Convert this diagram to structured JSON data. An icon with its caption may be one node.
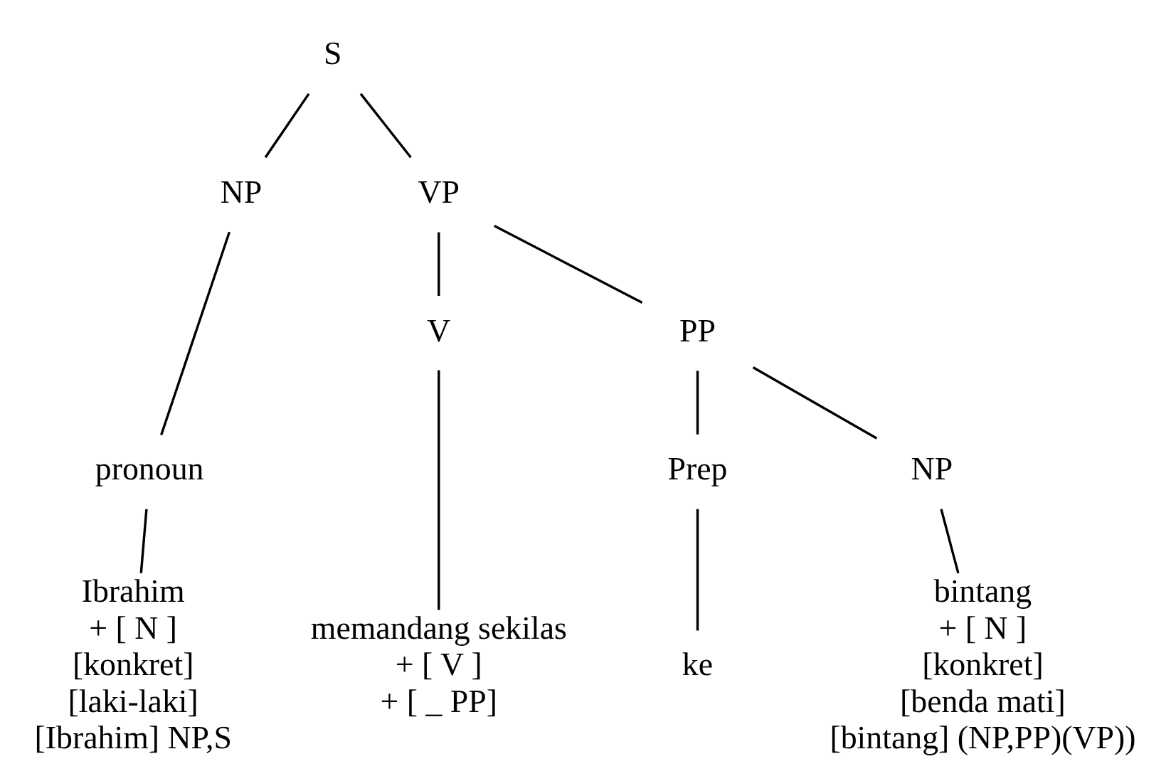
{
  "diagram": {
    "nodes": [
      {
        "text": [
          "S"
        ]
      },
      {
        "text": [
          "NP"
        ]
      },
      {
        "text": [
          "VP"
        ]
      },
      {
        "text": [
          "pronoun"
        ]
      },
      {
        "text": [
          "V"
        ]
      },
      {
        "text": [
          "PP"
        ]
      },
      {
        "text": [
          "Prep"
        ]
      },
      {
        "text": [
          "NP"
        ]
      },
      {
        "text": [
          "Ibrahim"
        ],
        "beside": [
          "+ [ N ]",
          "[konkret]",
          "[laki-laki]",
          "[Ibrahim] NP,S"
        ]
      },
      {
        "text": [
          "memandang sekilas"
        ],
        "beside": [
          "+ [ V ]",
          "+ [ _ PP]"
        ]
      },
      {
        "text": [
          "ke"
        ]
      },
      {
        "text": [
          "bintang"
        ],
        "beside": [
          "+ [ N ]",
          "[konkret]",
          "[benda mati]",
          "[bintang] (NP,PP)(VP))"
        ]
      }
    ],
    "edges": [
      {
        "from": 0,
        "to": 1,
        "arrow": "none"
      },
      {
        "from": 0,
        "to": 2,
        "arrow": "none"
      },
      {
        "from": 1,
        "to": 3,
        "arrow": "none"
      },
      {
        "from": 2,
        "to": 4,
        "arrow": "none"
      },
      {
        "from": 2,
        "to": 5,
        "arrow": "none"
      },
      {
        "from": 3,
        "to": 8,
        "arrow": "none"
      },
      {
        "from": 4,
        "to": 9,
        "arrow": "none"
      },
      {
        "from": 5,
        "to": 6,
        "arrow": "none"
      },
      {
        "from": 5,
        "to": 7,
        "arrow": "none"
      },
      {
        "from": 6,
        "to": 10,
        "arrow": "none"
      },
      {
        "from": 7,
        "to": 11,
        "arrow": "none"
      }
    ]
  }
}
